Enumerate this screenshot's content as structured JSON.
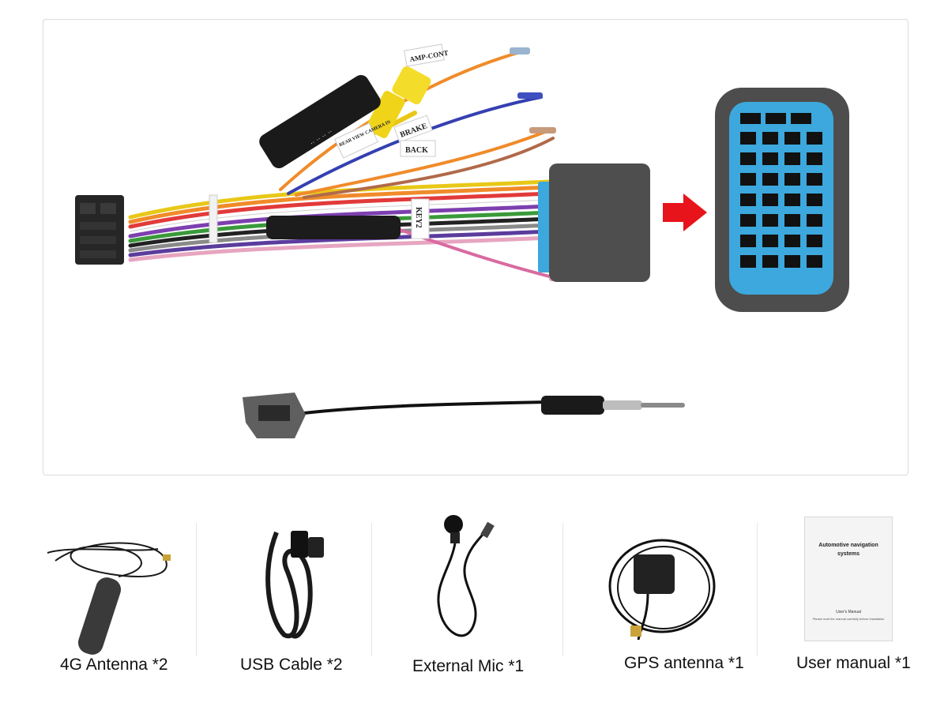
{
  "harness": {
    "tags": {
      "amp_cont": "AMP-CONT",
      "brake": "BRAKE",
      "back": "BACK",
      "key2": "KEY2",
      "rear_camera": "REAR VIEW CAMERA IN"
    }
  },
  "accessories": [
    {
      "label": "4G Antenna *2"
    },
    {
      "label": "USB Cable *2"
    },
    {
      "label": "External Mic *1"
    },
    {
      "label": "GPS antenna *1"
    },
    {
      "label": "User manual *1"
    }
  ],
  "manual": {
    "title_line1": "Automotive navigation",
    "title_line2": "systems",
    "footer_title": "User's Manual",
    "footer_note": "Please read the manual carefully before installation"
  },
  "colors": {
    "connector_blue": "#3ca8dd",
    "arrow_red": "#e8141b",
    "foam_gray": "#4e4e4e"
  }
}
